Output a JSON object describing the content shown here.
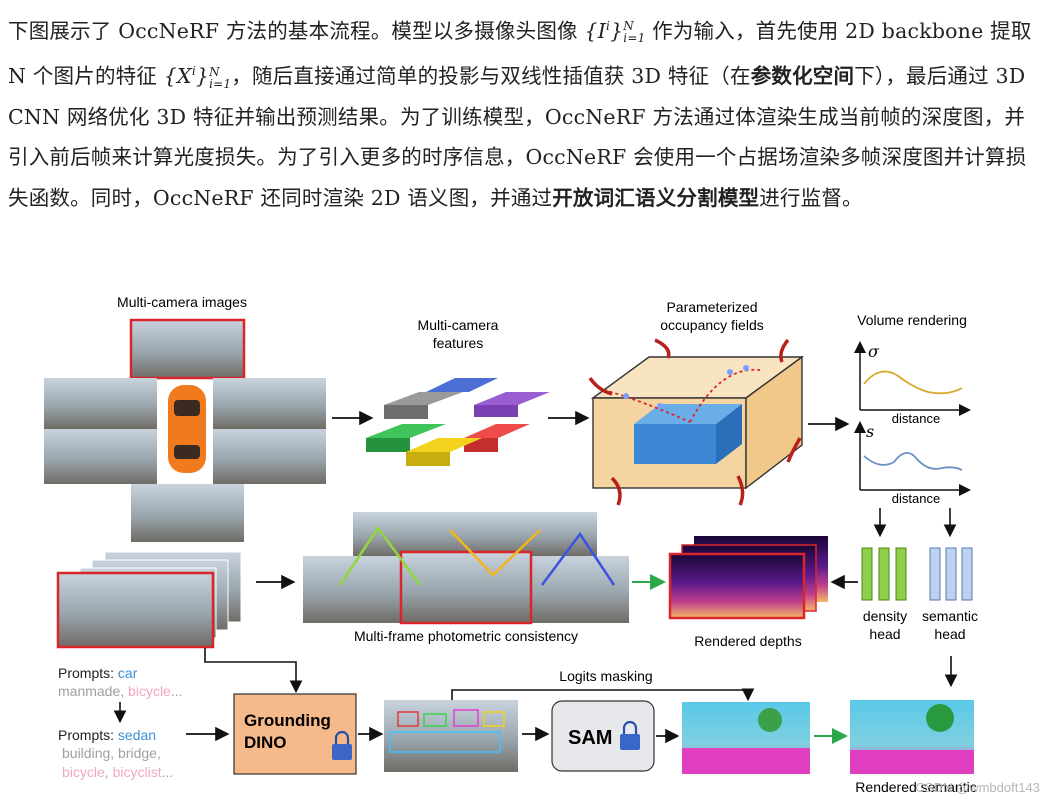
{
  "paragraph": {
    "s1": "下图展示了 OccNeRF 方法的基本流程。模型以多摄像头图像 ",
    "m1": "{I",
    "m1sup": "i",
    "m1end": "}",
    "m1sub": "i=1",
    "m1supN": "N",
    "s2": " 作为输入，首先使用 2D backbone 提取 N 个图片的特征 ",
    "m2": "{X",
    "m2sup": "i",
    "m2end": "}",
    "m2sub": "i=1",
    "m2supN": "N",
    "s3": "，随后直接通过简单的投影与双线性插值获 3D 特征（在",
    "b1": "参数化空间",
    "s4": "下），最后通过 3D CNN 网络优化 3D 特征并输出预测结果。为了训练模型，OccNeRF 方法通过体渲染生成当前帧的深度图，并引入前后帧来计算光度损失。为了引入更多的时序信息，OccNeRF 会使用一个占据场渲染多帧深度图并计算损失函数。同时，OccNeRF 还同时渲染 2D 语义图，并通过",
    "b2": "开放词汇语义分割模型",
    "s5": "进行监督。"
  },
  "figure": {
    "multi_camera_images": "Multi-camera images",
    "multi_camera_features_1": "Multi-camera",
    "multi_camera_features_2": "features",
    "parameterized_1": "Parameterized",
    "parameterized_2": "occupancy fields",
    "volume_rendering": "Volume rendering",
    "sigma": "σ",
    "s_symbol": "s",
    "distance_1": "distance",
    "distance_2": "distance",
    "photometric": "Multi-frame photometric consistency",
    "rendered_depths": "Rendered depths",
    "density_head_1": "density",
    "density_head_2": "head",
    "semantic_head_1": "semantic",
    "semantic_head_2": "head",
    "prompts1_label": "Prompts: ",
    "prompts1_car": "car",
    "prompts1_rest1": "manmade, ",
    "prompts1_bicycle": "bicycle",
    "prompts1_ellipsis": "...",
    "prompts2_label": "Prompts: ",
    "prompts2_sedan": "sedan",
    "prompts2_line2": "building, bridge,",
    "prompts2_bicycle": "bicycle",
    "prompts2_bicyclist": "bicyclist",
    "prompts2_ellipsis": "...",
    "grounding_1": "Grounding",
    "grounding_2": "DINO",
    "logits_masking": "Logits masking",
    "sam": "SAM",
    "rendered_semantic": "Rendered semantic",
    "watermark": "CSDN @wmbdoft143"
  },
  "colors": {
    "car_blue": "#3a8fd8",
    "prompt_pink": "#f3a6c0",
    "prompt_gray": "#a0a0a0",
    "dino_fill": "#f6b98a",
    "box_fill": "#f6d9a6",
    "red_frame": "#d9262b"
  }
}
